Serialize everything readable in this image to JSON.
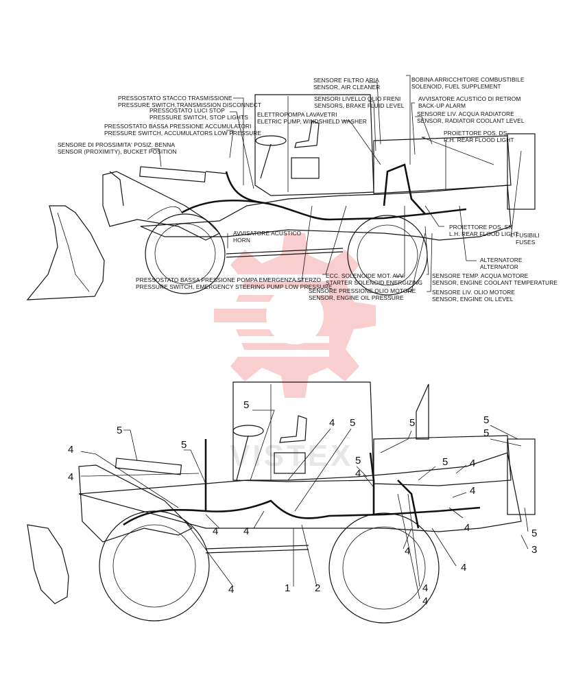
{
  "upper_labels": {
    "air_filter": [
      "SENSORE FILTRO ARIA",
      "SENSOR, AIR CLEANER"
    ],
    "fuel_solenoid": [
      "BOBINA ARRICCHITORE COMBUSTIBILE",
      "SOLENOID, FUEL SUPPLEMENT"
    ],
    "transmission": [
      "PRESSOSTATO STACCO TRASMISSIONE",
      "PRESSURE SWITCH,TRANSMISSION DISCONNECT"
    ],
    "brake_fluid": [
      "SENSORI LIVELLO OLIO FRENI",
      "SENSORS, BRAKE FLUID LEVEL"
    ],
    "backup_alarm": [
      "AVVISATORE ACUSTICO DI RETROM",
      "BACK-UP ALARM"
    ],
    "stop_lights": [
      "PRESSOSTATO LUCI STOP",
      "PRESSURE SWITCH, STOP LIGHTS"
    ],
    "washer": [
      "ELETTROPOMPA LAVAVETRI",
      "ELETRIC PUMP, WINDSHIELD WASHER"
    ],
    "radiator": [
      "SENSORE LIV. ACQUA RADIATORE",
      "SENSOR, RADIATOR COOLANT LEVEL"
    ],
    "accumulators": [
      "PRESSOSTATO BASSA PRESSIONE ACCUMULATORI",
      "PRESSURE SWITCH, ACCUMULATORS LOW PRESSURE"
    ],
    "rh_flood": [
      "PROIETTORE POS. DS",
      "R.H. REAR FLOOD LIGHT"
    ],
    "bucket": [
      "SENSORE DI PROSSIMITA' POSIZ. BENNA",
      "SENSOR (PROXIMITY), BUCKET POSITION"
    ],
    "horn": [
      "AVVISATORE ACUSTICO",
      "HORN"
    ],
    "lh_flood": [
      "PROIETTORE POS. SN",
      "L.H. REAR FLOOD LIGHT"
    ],
    "fuses": [
      "FUSIBILI",
      "FUSES"
    ],
    "alternator": [
      "ALTERNATORE",
      "ALTERNATOR"
    ],
    "steering": [
      "PRESSOSTATO BASSA PRESSIONE POMPA EMERGENZA STERZO",
      "PRESSURE SWITCH, EMERGENCY STEERING PUMP LOW PRESSURE"
    ],
    "starter": [
      "ECC. SOLENOIDE MOT. AVV.",
      "STARTER SOLENOID ENERGIZING"
    ],
    "coolant_temp": [
      "SENSORE TEMP. ACQUA MOTORE",
      "SENSOR, ENGINE COOLANT TEMPERATURE"
    ],
    "oil_pressure": [
      "SENSORE PRESSIONE OLIO MOTORE",
      "SENSOR, ENGINE OIL PRESSURE"
    ],
    "oil_level": [
      "SENSORE LIV. OLIO MOTORE",
      "SENSOR, ENGINE OIL LEVEL"
    ]
  },
  "callouts": [
    {
      "id": "c1",
      "text": "5"
    },
    {
      "id": "c2",
      "text": "4"
    },
    {
      "id": "c3",
      "text": "5"
    },
    {
      "id": "c4",
      "text": "5"
    },
    {
      "id": "c5",
      "text": "5"
    },
    {
      "id": "c6",
      "text": "5"
    },
    {
      "id": "c7",
      "text": "5"
    },
    {
      "id": "c8",
      "text": "4"
    },
    {
      "id": "c9",
      "text": "5"
    },
    {
      "id": "c10",
      "text": "4"
    },
    {
      "id": "c11",
      "text": "5"
    },
    {
      "id": "c12",
      "text": "4"
    },
    {
      "id": "c13",
      "text": "5"
    },
    {
      "id": "c14",
      "text": "4"
    },
    {
      "id": "c15",
      "text": "4"
    },
    {
      "id": "c16",
      "text": "4"
    },
    {
      "id": "c17",
      "text": "4"
    },
    {
      "id": "c18",
      "text": "5"
    },
    {
      "id": "c19",
      "text": "3"
    },
    {
      "id": "c20",
      "text": "4"
    },
    {
      "id": "c21",
      "text": "4"
    },
    {
      "id": "c22",
      "text": "4"
    },
    {
      "id": "c23",
      "text": "1"
    },
    {
      "id": "c24",
      "text": "2"
    },
    {
      "id": "c25",
      "text": "4"
    },
    {
      "id": "c26",
      "text": "4"
    }
  ],
  "watermark": {
    "text": "VISTEX",
    "color": "#e8232a"
  }
}
